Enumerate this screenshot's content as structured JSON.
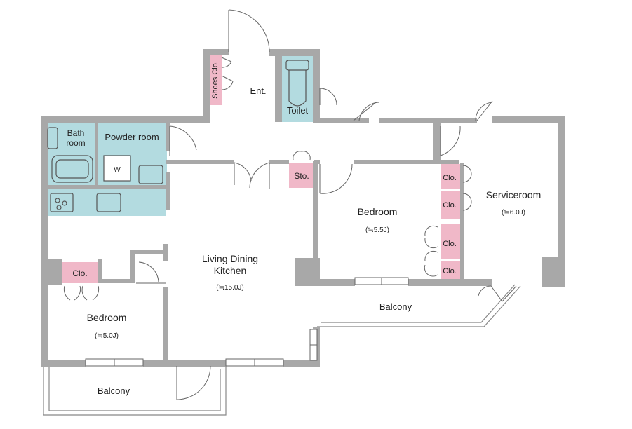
{
  "colors": {
    "wall": "#a8a8a8",
    "water": "#b3dbe0",
    "storage": "#f0b8c8",
    "line": "#666666",
    "bg": "#ffffff"
  },
  "rooms": {
    "entrance": "Ent.",
    "shoes": "Shoes Clo.",
    "toilet": "Toilet",
    "bath_line1": "Bath",
    "bath_line2": "room",
    "powder": "Powder room",
    "washer": "W",
    "storage": "Sto.",
    "bedroom_center": "Bedroom",
    "bedroom_center_size": "(≒5.5J)",
    "serviceroom": "Serviceroom",
    "serviceroom_size": "(≒6.0J)",
    "closet": "Clo.",
    "ldk_line1": "Living Dining",
    "ldk_line2": "Kitchen",
    "ldk_size": "(≒15.0J)",
    "bedroom_left": "Bedroom",
    "bedroom_left_size": "(≒5.0J)",
    "balcony_right": "Balcony",
    "balcony_bottom": "Balcony"
  }
}
